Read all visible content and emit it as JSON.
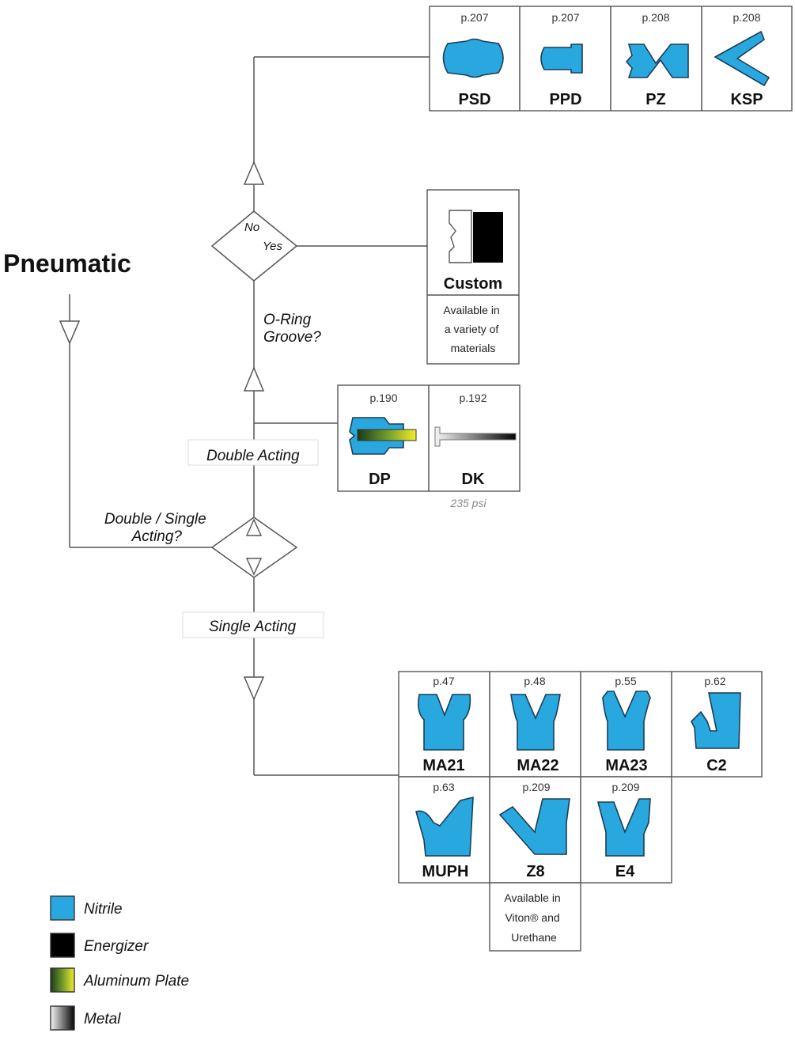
{
  "title": "Pneumatic",
  "decisions": {
    "acting_question": "Double / Single Acting?",
    "acting_question_lines": [
      "Double / Single",
      "Acting?"
    ],
    "oring_question": "O-Ring Groove?",
    "oring_question_lines": [
      "O-Ring",
      "Groove?"
    ],
    "no_label": "No",
    "yes_label": "Yes"
  },
  "branches": {
    "double_acting": "Double Acting",
    "single_acting": "Single Acting"
  },
  "groups": {
    "no_groove": [
      {
        "page": "p.207",
        "name": "PSD"
      },
      {
        "page": "p.207",
        "name": "PPD"
      },
      {
        "page": "p.208",
        "name": "PZ"
      },
      {
        "page": "p.208",
        "name": "KSP"
      }
    ],
    "custom": {
      "name": "Custom",
      "note_lines": [
        "Available in",
        "a variety of",
        "materials"
      ]
    },
    "double_acting": [
      {
        "page": "p.190",
        "name": "DP"
      },
      {
        "page": "p.192",
        "name": "DK"
      }
    ],
    "double_acting_note": "235 psi",
    "single_acting_row1": [
      {
        "page": "p.47",
        "name": "MA21"
      },
      {
        "page": "p.48",
        "name": "MA22"
      },
      {
        "page": "p.55",
        "name": "MA23"
      },
      {
        "page": "p.62",
        "name": "C2"
      }
    ],
    "single_acting_row2": [
      {
        "page": "p.63",
        "name": "MUPH"
      },
      {
        "page": "p.209",
        "name": "Z8"
      },
      {
        "page": "p.209",
        "name": "E4"
      }
    ],
    "z8_note_lines": [
      "Available in",
      "Viton® and",
      "Urethane"
    ]
  },
  "legend": [
    {
      "label": "Nitrile",
      "color": "#29a8e0"
    },
    {
      "label": "Energizer",
      "color": "#000000"
    },
    {
      "label": "Aluminum Plate",
      "color": "gradient-green-yellow"
    },
    {
      "label": "Metal",
      "color": "gradient-black-white"
    }
  ]
}
